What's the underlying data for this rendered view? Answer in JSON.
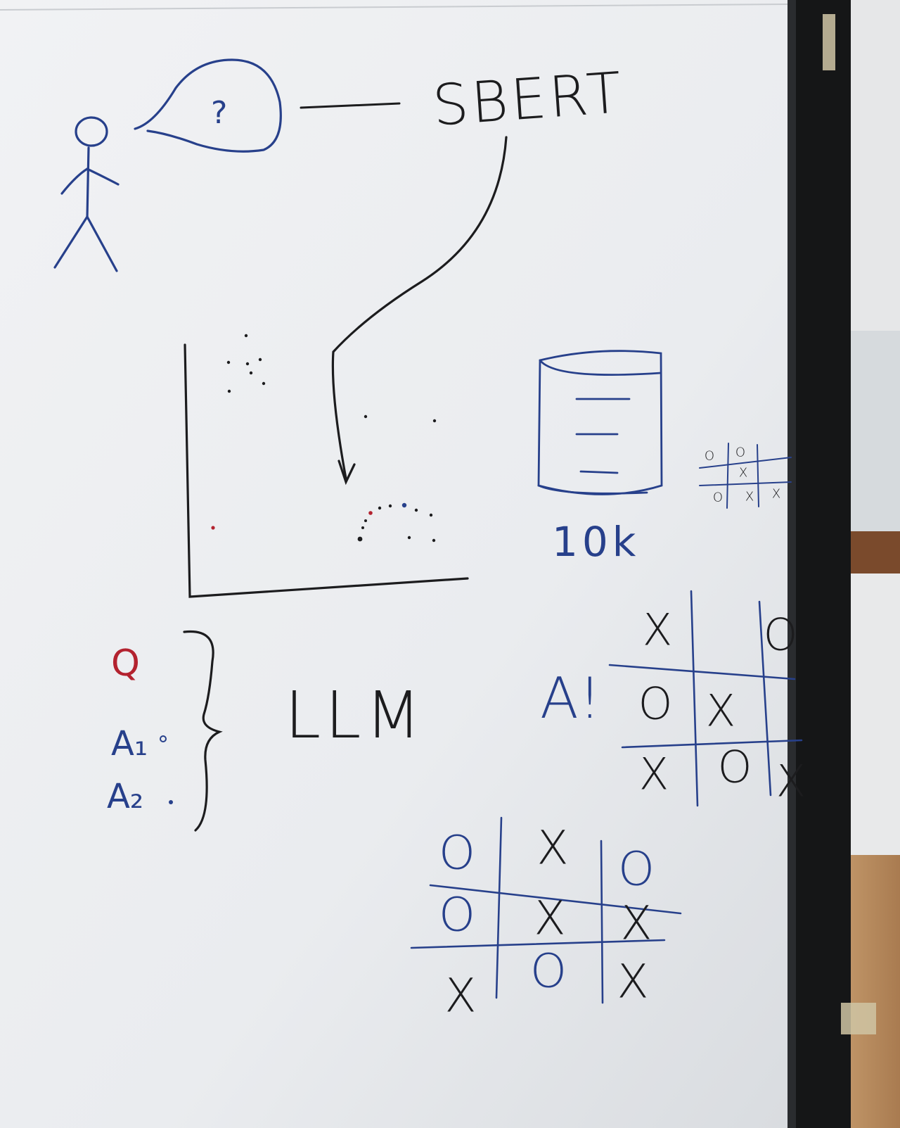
{
  "colors": {
    "paper": "#eceef0",
    "paper_shade": "#dfe2e5",
    "ink_black": "#1c1c1e",
    "ink_blue": "#27408b",
    "ink_red": "#b3222f",
    "frame": "#17181a",
    "wall": "#e7e8e9",
    "wood": "#7a4a2c",
    "floor": "#b98e62",
    "tape": "#cfc4a3"
  },
  "labels": {
    "thought_mark": "?",
    "sbert": "SBERT",
    "db_count": "10k",
    "q": "Q",
    "a1": "A₁",
    "a2": "A₂",
    "llm": "LLM",
    "a_excl": "A!"
  },
  "tictactoe_small": {
    "cells": [
      "O",
      "O",
      "",
      "",
      "X",
      "",
      "O",
      "X",
      "X"
    ]
  },
  "tictactoe_right": {
    "cells": [
      "X",
      "",
      "O",
      "O",
      "X",
      "",
      "X",
      "O",
      "X"
    ]
  },
  "tictactoe_bottom": {
    "cells": [
      "O",
      "X",
      "O",
      "O",
      "X",
      "X",
      "X",
      "O",
      "X"
    ]
  },
  "icons": [
    "stick-figure-icon",
    "thought-bubble-icon",
    "database-cylinder-icon",
    "arrow-icon"
  ]
}
